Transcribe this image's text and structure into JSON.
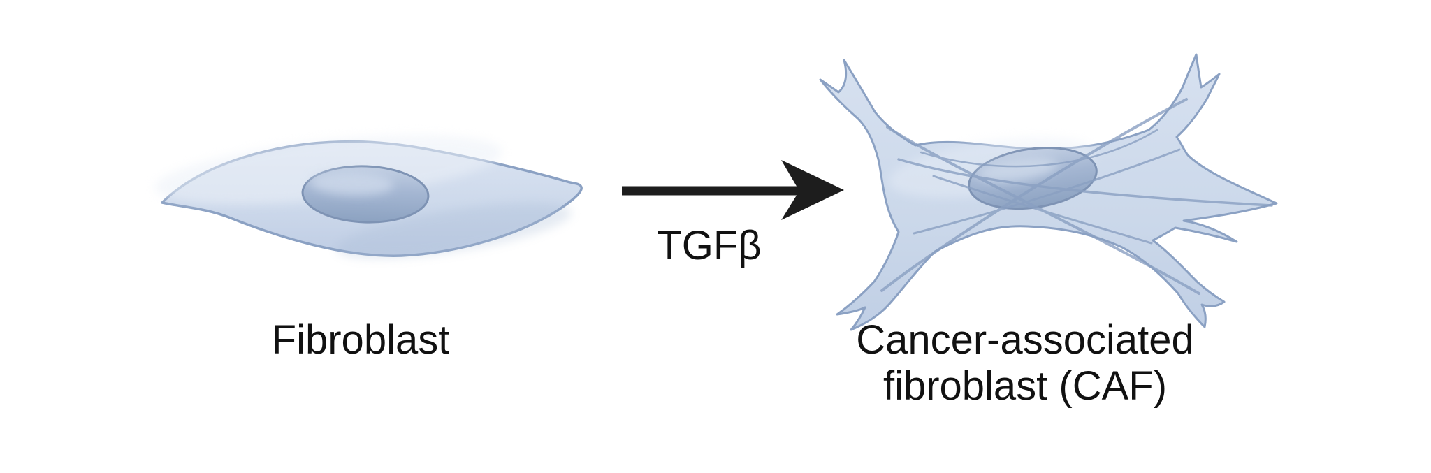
{
  "diagram": {
    "left_cell": {
      "name": "fibroblast",
      "label": "Fibroblast"
    },
    "transition": {
      "label": "TGFβ",
      "direction": "right"
    },
    "right_cell": {
      "name": "cancer-associated-fibroblast",
      "label_line1": "Cancer-associated",
      "label_line2": "fibroblast (CAF)"
    }
  },
  "colors": {
    "background": "#ffffff",
    "cell_fill_light": "#dde6f3",
    "cell_fill": "#c7d5e9",
    "cell_outline": "#8ba1c3",
    "stress_fiber": "#8aa0c2",
    "nucleus_fill_top": "#c2cfe3",
    "nucleus_fill_bottom": "#8ca2c1",
    "nucleus_outline": "#7e93b4",
    "arrow": "#1d1d1d",
    "text": "#111111"
  }
}
